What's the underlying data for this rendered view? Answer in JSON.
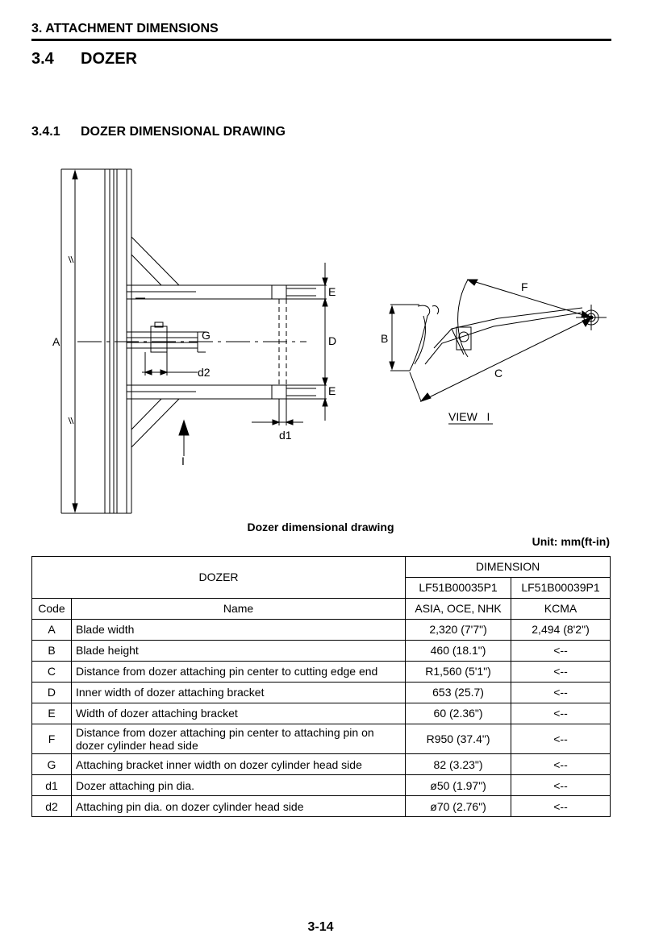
{
  "header": {
    "chapter": "3. ATTACHMENT DIMENSIONS"
  },
  "section": {
    "number": "3.4",
    "title": "DOZER"
  },
  "subsection": {
    "number": "3.4.1",
    "title": "DOZER DIMENSIONAL DRAWING"
  },
  "drawing": {
    "labels": {
      "A": "A",
      "B": "B",
      "C": "C",
      "D": "D",
      "E_top": "E",
      "E_bottom": "E",
      "F": "F",
      "G": "G",
      "d1": "d1",
      "d2": "d2",
      "arrow": "I",
      "view": "VIEW   I"
    }
  },
  "figure_caption": "Dozer dimensional drawing",
  "unit_note": "Unit: mm(ft-in)",
  "table": {
    "header": {
      "dozer": "DOZER",
      "dimension": "DIMENSION",
      "model_1": "LF51B00035P1",
      "model_2": "LF51B00039P1",
      "code": "Code",
      "name": "Name",
      "region_1": "ASIA, OCE, NHK",
      "region_2": "KCMA"
    },
    "rows": [
      {
        "code": "A",
        "name": "Blade width",
        "v1": "2,320 (7'7\")",
        "v2": "2,494 (8'2\")"
      },
      {
        "code": "B",
        "name": "Blade height",
        "v1": "460 (18.1\")",
        "v2": "<--"
      },
      {
        "code": "C",
        "name": "Distance from dozer attaching pin center to cutting edge end",
        "v1": "R1,560 (5'1\")",
        "v2": "<--"
      },
      {
        "code": "D",
        "name": "Inner width of dozer attaching bracket",
        "v1": "653 (25.7)",
        "v2": "<--"
      },
      {
        "code": "E",
        "name": "Width of dozer attaching bracket",
        "v1": "60 (2.36\")",
        "v2": "<--"
      },
      {
        "code": "F",
        "name": "Distance from dozer attaching pin center to attaching pin on dozer cylinder head side",
        "v1": "R950 (37.4\")",
        "v2": "<--"
      },
      {
        "code": "G",
        "name": "Attaching bracket inner width on dozer cylinder head side",
        "v1": "82 (3.23\")",
        "v2": "<--"
      },
      {
        "code": "d1",
        "name": "Dozer attaching pin dia.",
        "v1": "ø50 (1.97\")",
        "v2": "<--"
      },
      {
        "code": "d2",
        "name": "Attaching pin dia. on dozer cylinder head side",
        "v1": "ø70 (2.76\")",
        "v2": "<--"
      }
    ]
  },
  "page_number": "3-14"
}
